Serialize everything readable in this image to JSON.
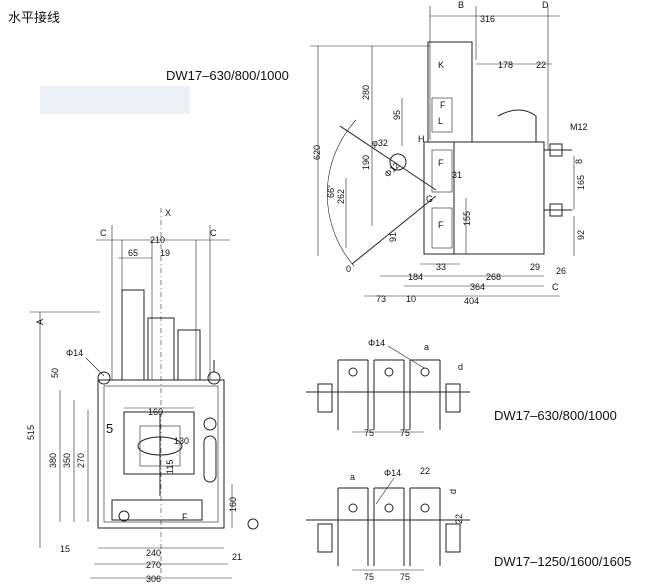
{
  "heading": "水平接线",
  "model_labels": {
    "main": "DW17–630/800/1000",
    "mid": "DW17–630/800/1000",
    "bottom": "DW17–1250/1600/1605"
  },
  "front_view": {
    "axis_label": "X",
    "c_left": "C",
    "c_right": "C",
    "top_width": "210",
    "dim_65": "65",
    "dim_19": "19",
    "dim_a": "A",
    "phi14": "Φ14",
    "dim_50": "50",
    "dim_515": "515",
    "dim_380": "380",
    "dim_350": "350",
    "dim_270": "270",
    "dim_15": "15",
    "dim_160_top": "160",
    "dim_130": "130",
    "dim_115": "115",
    "dim_160_right": "160",
    "dim_240": "240",
    "dim_270_bottom": "270",
    "dim_306": "306",
    "dim_21": "21",
    "label_5": "5",
    "label_f": "F"
  },
  "side_view": {
    "b_top": "B",
    "d_top": "D",
    "dim_316": "316",
    "dim_178": "178",
    "dim_22": "22",
    "k": "K",
    "dim_280": "280",
    "f_top": "F",
    "dim_95": "95",
    "l": "L",
    "h": "H",
    "phi32": "φ32",
    "m12": "M12",
    "dim_620": "620",
    "dim_190": "190",
    "phi12": "Φ12",
    "f_mid": "F",
    "dim_31": "31",
    "dim_8": "8",
    "dim_66": "66°",
    "dim_262": "262",
    "g": "G",
    "dim_165": "165",
    "dim_155": "155",
    "f_low": "F",
    "dim_91": "91",
    "dim_92": "92",
    "zero": "0",
    "dim_33": "33",
    "dim_29": "29",
    "dim_26": "26",
    "dim_184": "184",
    "dim_268": "268",
    "dim_364": "364",
    "c": "C",
    "dim_73": "73",
    "dim_10": "10",
    "dim_404": "404"
  },
  "terminal_small": {
    "phi14": "Φ14",
    "a": "a",
    "d": "d",
    "dim_75_left": "75",
    "dim_75_right": "75"
  },
  "terminal_large": {
    "a": "a",
    "phi14": "Φ14",
    "dim_22_top": "22",
    "d": "d",
    "dim_22_side": "22",
    "dim_75_left": "75",
    "dim_75_right": "75"
  }
}
